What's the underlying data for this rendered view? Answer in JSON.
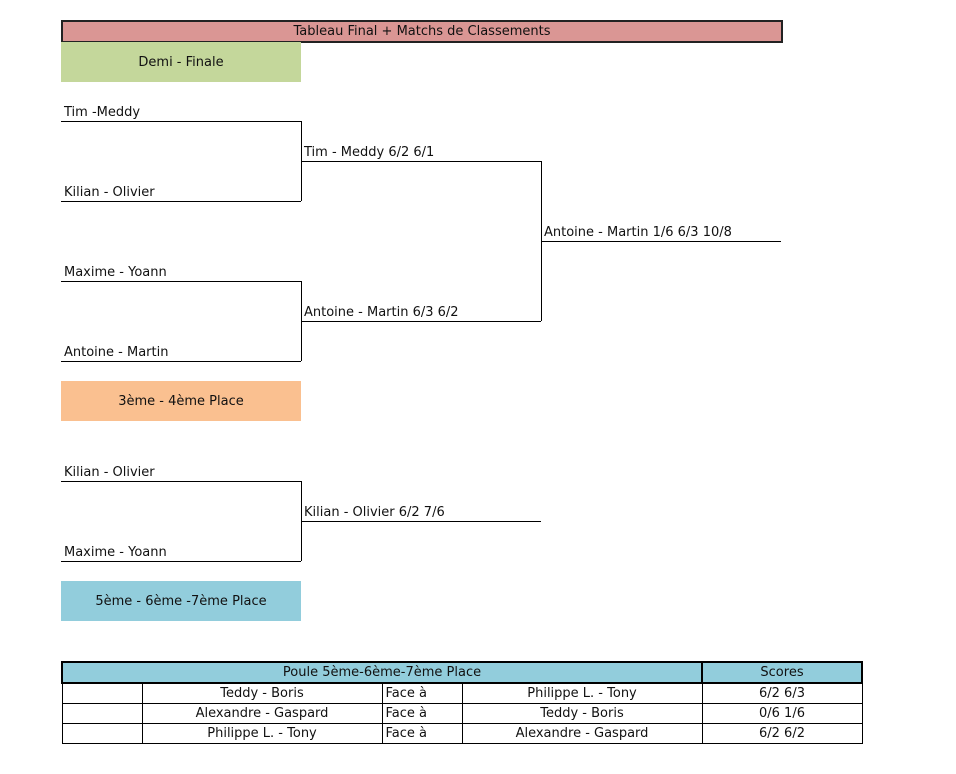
{
  "title": "Tableau Final + Matchs de Classements",
  "sections": {
    "demi": "Demi - Finale",
    "third_fourth": "3ème - 4ème Place",
    "fifth_seventh": "5ème - 6ème -7ème Place"
  },
  "semis": {
    "top_pair1": "Tim -Meddy",
    "top_pair2": "Kilian - Olivier",
    "top_winner": "Tim - Meddy 6/2 6/1",
    "bottom_pair1": "Maxime - Yoann",
    "bottom_pair2": "Antoine - Martin",
    "bottom_winner": "Antoine - Martin 6/3 6/2",
    "final_winner": "Antoine - Martin 1/6 6/3 10/8"
  },
  "third_place": {
    "pair1": "Kilian - Olivier",
    "pair2": "Maxime - Yoann",
    "winner": "Kilian - Olivier 6/2 7/6"
  },
  "pool": {
    "header": "Poule 5ème-6ème-7ème Place",
    "scores_header": "Scores",
    "rows": [
      {
        "team_a": "Teddy - Boris",
        "vs": "Face à",
        "team_b": "Philippe L. - Tony",
        "score": "6/2 6/3"
      },
      {
        "team_a": "Alexandre - Gaspard",
        "vs": "Face à",
        "team_b": "Teddy - Boris",
        "score": "0/6 1/6"
      },
      {
        "team_a": "Philippe L. - Tony",
        "vs": "Face à",
        "team_b": "Alexandre - Gaspard",
        "score": "6/2 6/2"
      }
    ]
  }
}
